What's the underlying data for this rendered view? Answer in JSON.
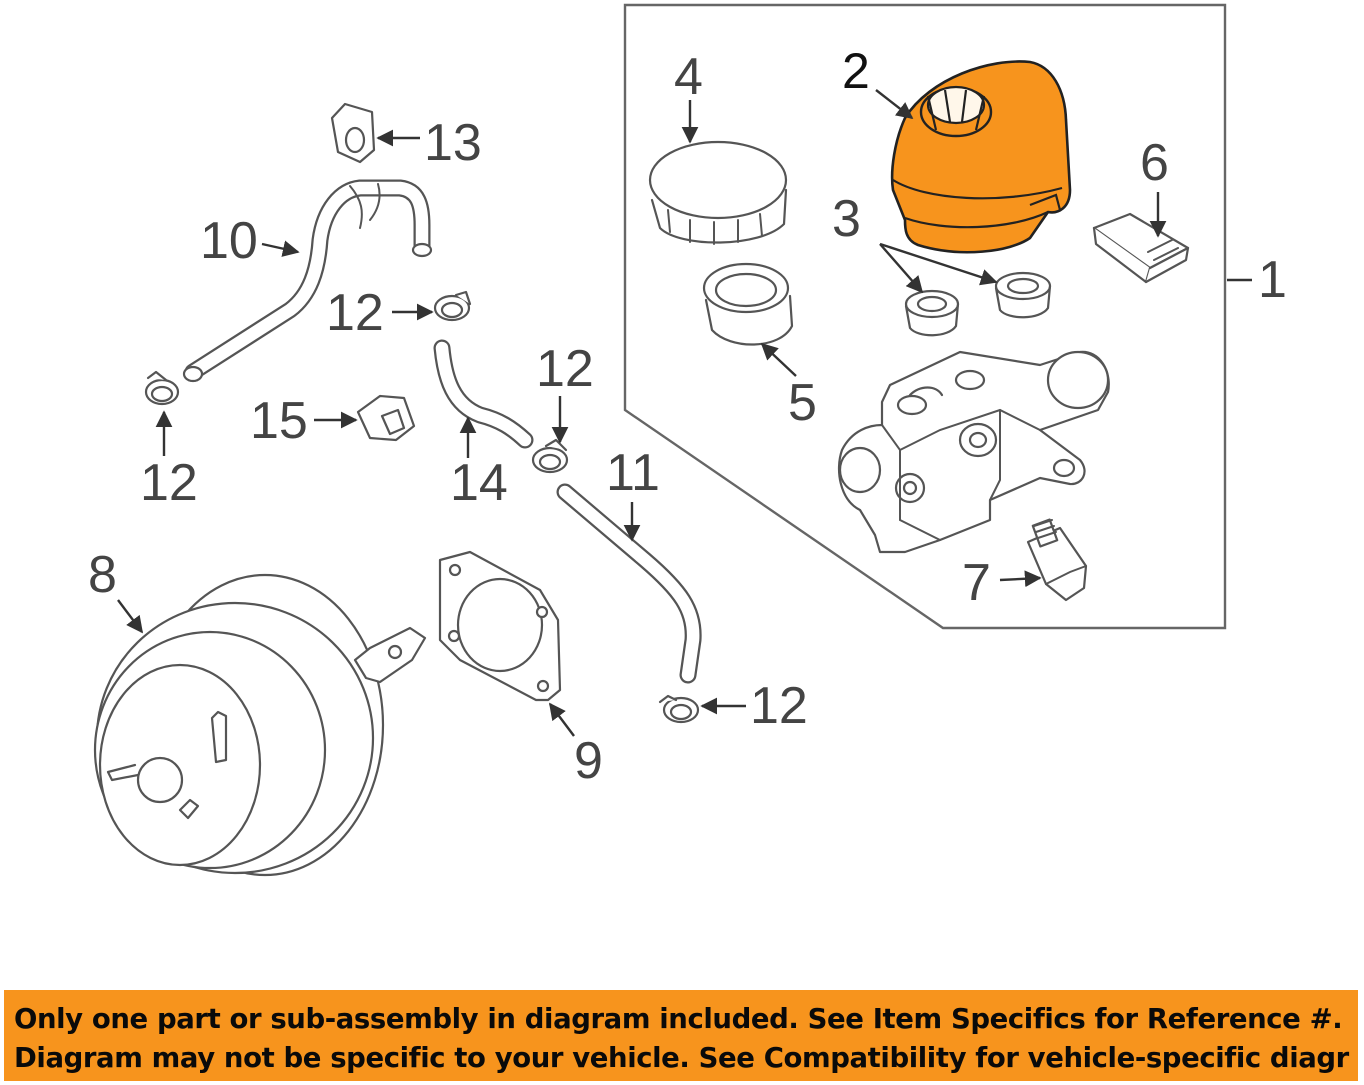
{
  "callouts": {
    "c1": "1",
    "c2": "2",
    "c3": "3",
    "c4": "4",
    "c5": "5",
    "c6": "6",
    "c7": "7",
    "c8": "8",
    "c9": "9",
    "c10": "10",
    "c11": "11",
    "c12a": "12",
    "c12b": "12",
    "c12c": "12",
    "c12d": "12",
    "c13": "13",
    "c14": "14",
    "c15": "15"
  },
  "notice": {
    "line1": "Only one part or sub-assembly in diagram included. See Item Specifics for Reference #.",
    "line2": "Diagram may not be specific to your vehicle. See Compatibility for vehicle-specific diagrams."
  },
  "colors": {
    "highlight": "#f7941d",
    "banner": "#f7941d",
    "lineart": "#555555"
  }
}
